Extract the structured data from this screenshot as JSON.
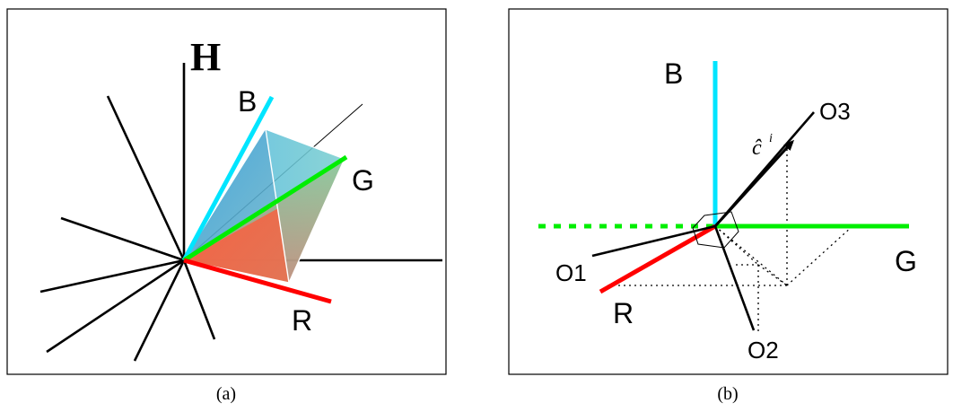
{
  "panel_a": {
    "caption": "(a)",
    "label_h": "H",
    "label_b": "B",
    "label_g": "G",
    "label_r": "R"
  },
  "panel_b": {
    "caption": "(b)",
    "label_b": "B",
    "label_g": "G",
    "label_r": "R",
    "label_o1": "O1",
    "label_o2": "O2",
    "label_o3": "O3",
    "label_c": "ĉ",
    "label_c_sup": "i"
  },
  "colors": {
    "blue_axis": "#00e5ff",
    "green_axis": "#00ee00",
    "red_axis": "#ff0000"
  }
}
